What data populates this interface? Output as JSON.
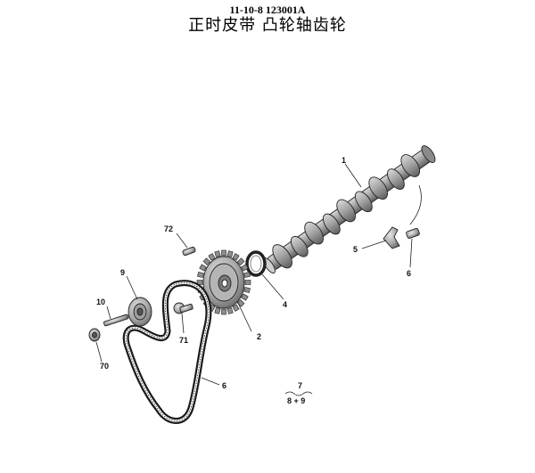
{
  "header": {
    "code": "11-10-8 123001A",
    "title": "正时皮带 凸轮轴齿轮"
  },
  "callouts": [
    {
      "id": "c1",
      "text": "1"
    },
    {
      "id": "c2",
      "text": "2"
    },
    {
      "id": "c4",
      "text": "4"
    },
    {
      "id": "c5",
      "text": "5"
    },
    {
      "id": "c6a",
      "text": "6"
    },
    {
      "id": "c6b",
      "text": "6"
    },
    {
      "id": "c9",
      "text": "9"
    },
    {
      "id": "c10",
      "text": "10"
    },
    {
      "id": "c70",
      "text": "70"
    },
    {
      "id": "c71",
      "text": "71"
    },
    {
      "id": "c72",
      "text": "72"
    }
  ],
  "kit_note": {
    "top": "7",
    "bottom": "8 + 9"
  }
}
